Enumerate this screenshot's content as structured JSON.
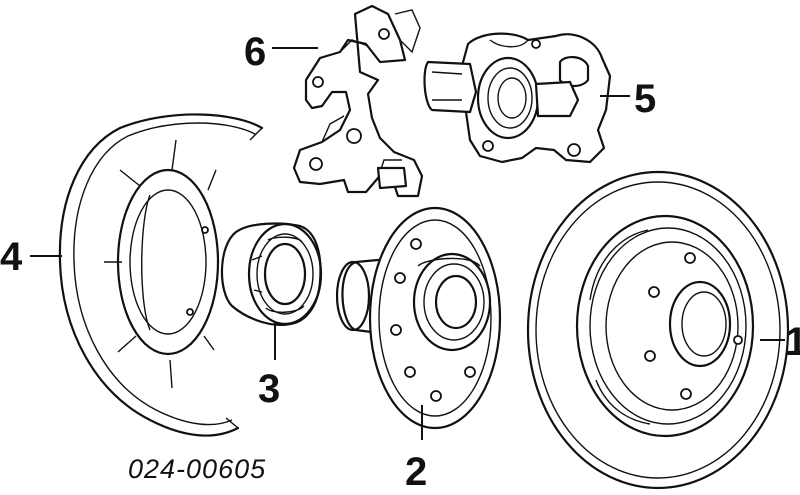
{
  "callouts": {
    "rotor": "1",
    "hub": "2",
    "bearing": "3",
    "shield": "4",
    "caliper": "5",
    "bracket": "6"
  },
  "reference": "024-00605"
}
